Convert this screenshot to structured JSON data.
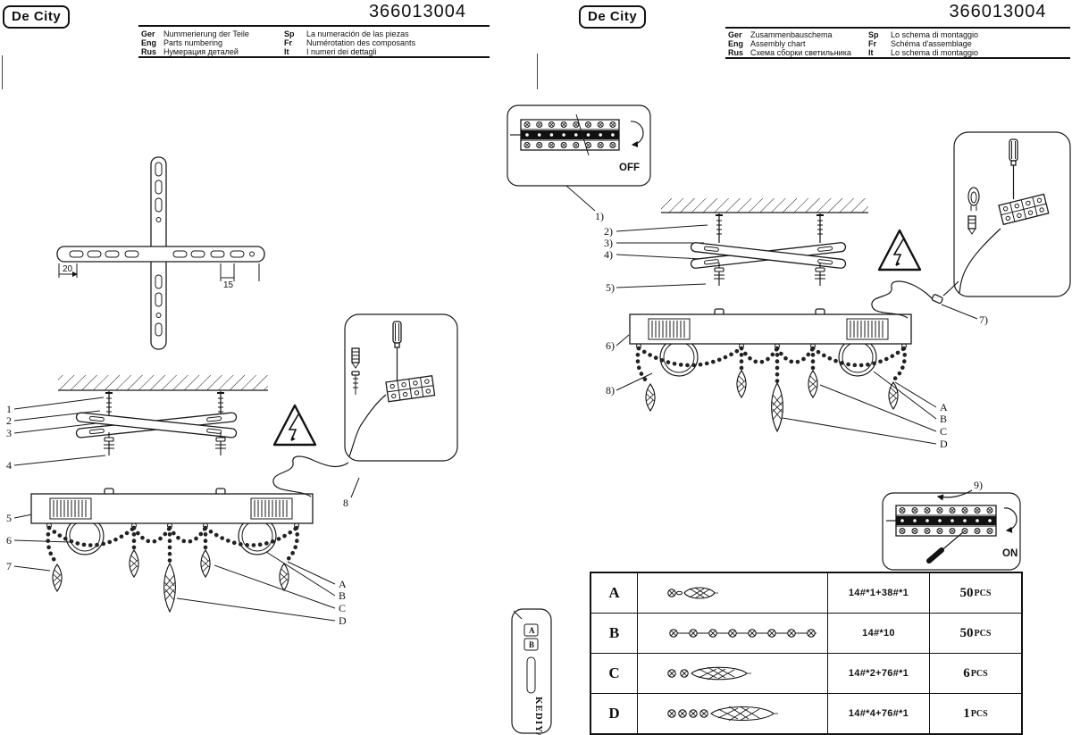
{
  "brand": {
    "name": "De City"
  },
  "left_page": {
    "model": "366013004",
    "languages": [
      {
        "code": "Ger",
        "text": "Nummerierung der Teile"
      },
      {
        "code": "Eng",
        "text": "Parts numbering"
      },
      {
        "code": "Rus",
        "text": "Нумерация деталей"
      },
      {
        "code": "Sp",
        "text": "La numeración de las piezas"
      },
      {
        "code": "Fr",
        "text": "Numérotation des composants"
      },
      {
        "code": "It",
        "text": "I numeri dei dettagli"
      }
    ],
    "dimensions": {
      "d20": "20",
      "d15": "15"
    },
    "callouts": [
      "1",
      "2",
      "3",
      "4",
      "5",
      "6",
      "7",
      "8"
    ],
    "part_labels": [
      "A",
      "B",
      "C",
      "D"
    ]
  },
  "right_page": {
    "model": "366013004",
    "languages": [
      {
        "code": "Ger",
        "text": "Zusammenbauschema"
      },
      {
        "code": "Eng",
        "text": "Assembly chart"
      },
      {
        "code": "Rus",
        "text": "Схема сборки светильника"
      },
      {
        "code": "Sp",
        "text": "Lo schema di montaggio"
      },
      {
        "code": "Fr",
        "text": "Schéma d'assemblage"
      },
      {
        "code": "It",
        "text": "Lo schema di montaggio"
      }
    ],
    "steps": [
      "1)",
      "2)",
      "3)",
      "4)",
      "5)",
      "6)",
      "7)",
      "8)",
      "9)"
    ],
    "switch_off": "OFF",
    "switch_on": "ON",
    "part_labels": [
      "A",
      "B",
      "C",
      "D"
    ],
    "remote": {
      "brand": "KEDIYA",
      "button_a": "A",
      "button_b": "B"
    },
    "parts_table": {
      "rows": [
        {
          "id": "A",
          "spec": "14#*1+38#*1",
          "qty": "50",
          "unit": "PCS"
        },
        {
          "id": "B",
          "spec": "14#*10",
          "qty": "50",
          "unit": "PCS"
        },
        {
          "id": "C",
          "spec": "14#*2+76#*1",
          "qty": "6",
          "unit": "PCS"
        },
        {
          "id": "D",
          "spec": "14#*4+76#*1",
          "qty": "1",
          "unit": "PCS"
        }
      ]
    }
  }
}
